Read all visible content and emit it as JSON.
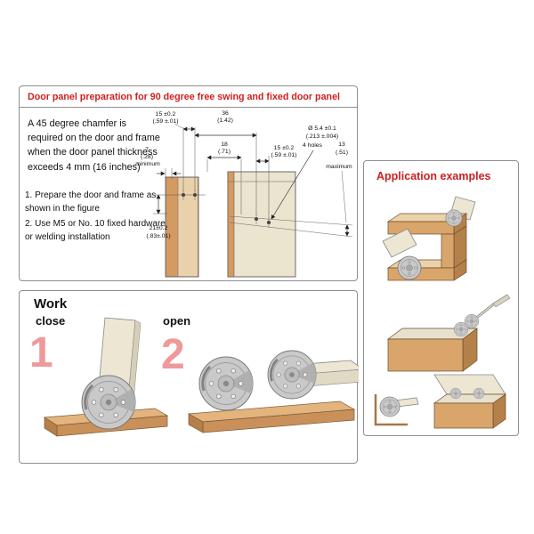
{
  "colors": {
    "accent_red": "#cf1f1f",
    "step_number_pink": "#ee9a9a",
    "wood_tan": "#d9a56b",
    "panel_beige": "#ece6d3",
    "hinge_gray": "#c9c9c9",
    "panel_border_gray": "#8f8f8f"
  },
  "prep": {
    "title": "Door panel preparation for 90 degree free swing and fixed door panel",
    "note": "A 45 degree chamfer is required on the door and frame when the door panel thickness exceeds 4 mm (16 inches)",
    "step1": "1. Prepare the door and frame as shown in the figure",
    "step2": "2. Use M5 or No. 10 fixed hardware or welding installation",
    "dims": {
      "top15_mm": "15 ±0.2",
      "top15_in": "(.59 ±.01)",
      "w36_mm": "36",
      "w36_in": "(1.42)",
      "w18_mm": "18",
      "w18_in": "(.71)",
      "right15_mm": "15 ±0.2",
      "right15_in": "(.59 ±.01)",
      "dia_mm": "Ø 5.4 ±0.1",
      "dia_in": "(.213 ±.004)",
      "dia_count": "4 holes",
      "max13_mm": "13",
      "max13_in": "(.51)",
      "max13_note": "maximum",
      "min7_mm": "7",
      "min7_in": "(.28)",
      "min7_note": "minimum",
      "v21_mm": "21±0.2",
      "v21_in": "(.83±.01)"
    }
  },
  "work": {
    "title": "Work",
    "close_label": "close",
    "open_label": "open",
    "step1_number": "1",
    "step2_number": "2"
  },
  "application": {
    "title": "Application examples"
  }
}
